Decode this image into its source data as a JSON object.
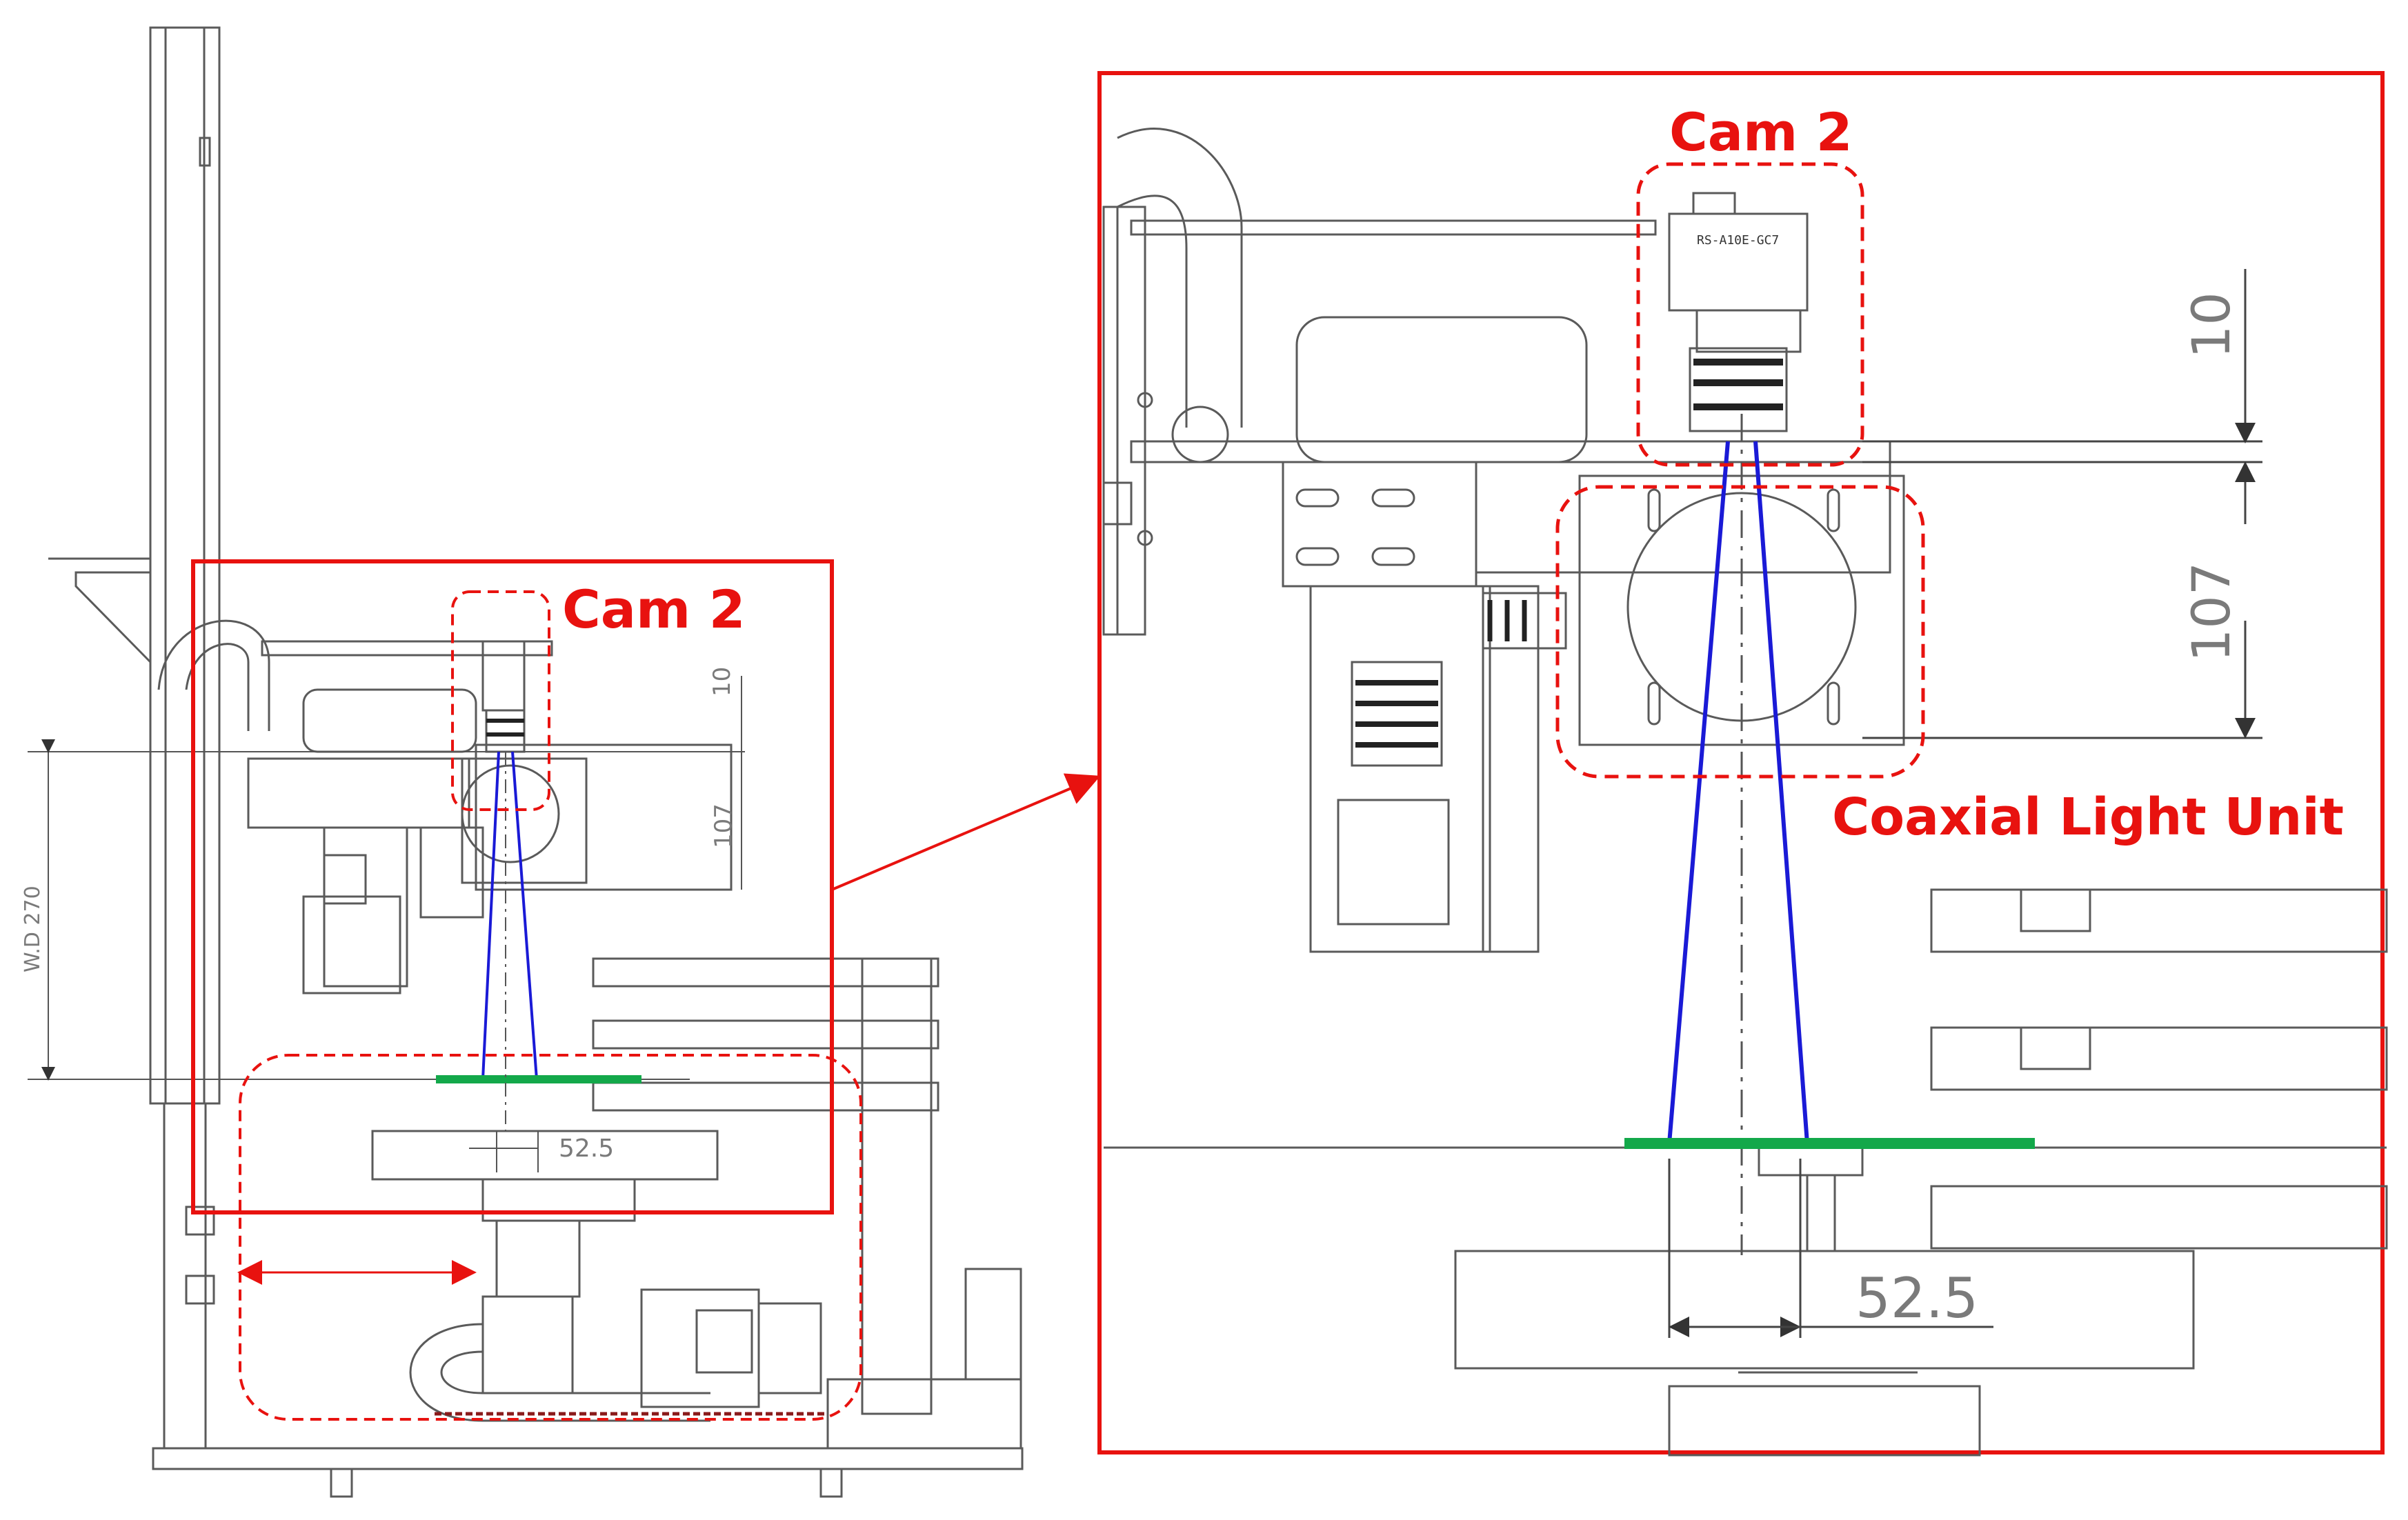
{
  "left_view": {
    "camera_label": "Cam 2",
    "dimensions": {
      "top_offset": "10",
      "light_offset": "107",
      "working_distance": "W.D 270",
      "field_width": "52.5"
    }
  },
  "detail_view": {
    "camera_label": "Cam 2",
    "camera_model": "RS-A10E-GC7",
    "light_unit_label": "Coaxial Light Unit",
    "dimensions": {
      "top_offset": "10",
      "light_offset": "107",
      "field_width": "52.5"
    }
  },
  "colors": {
    "callout_red": "#e8120f",
    "optical_path_blue": "#1a1ad6",
    "focal_plane_green": "#13a84a",
    "drawing_gray": "#5a5a5a"
  }
}
